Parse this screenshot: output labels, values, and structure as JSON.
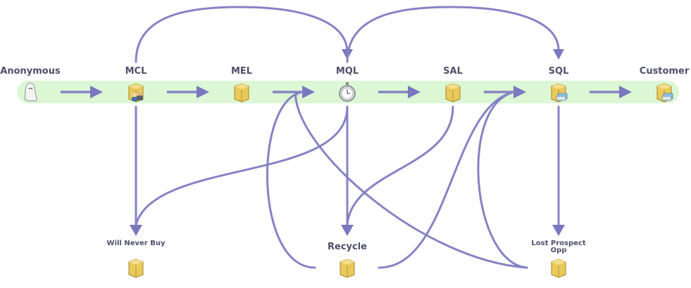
{
  "diagram": {
    "title": "Lead Lifecycle Stages",
    "colors": {
      "edge": "#8583c3",
      "arrowhead": "#7b77c0",
      "band": "#dcf7d4",
      "label": "#4f4f6b",
      "box": "#e9c95a"
    },
    "main_stages": [
      {
        "id": "anonymous",
        "label": "Anonymous",
        "icon": "ghost-icon"
      },
      {
        "id": "mcl",
        "label": "MCL",
        "icon": "box-people-icon"
      },
      {
        "id": "mel",
        "label": "MEL",
        "icon": "box-icon"
      },
      {
        "id": "mql",
        "label": "MQL",
        "icon": "stopwatch-icon"
      },
      {
        "id": "sal",
        "label": "SAL",
        "icon": "box-icon"
      },
      {
        "id": "sql",
        "label": "SQL",
        "icon": "box-card-icon"
      },
      {
        "id": "customer",
        "label": "Customer",
        "icon": "box-card-icon"
      }
    ],
    "exit_stages": [
      {
        "id": "will_never_buy",
        "label": "Will Never Buy",
        "icon": "box-icon"
      },
      {
        "id": "recycle",
        "label": "Recycle",
        "icon": "box-icon"
      },
      {
        "id": "lost_prospect_opp",
        "label_line1": "Lost Prospect",
        "label_line2": "Opp",
        "icon": "box-icon"
      }
    ],
    "transitions": [
      {
        "from": "anonymous",
        "to": "mcl"
      },
      {
        "from": "mcl",
        "to": "mel"
      },
      {
        "from": "mel",
        "to": "mql"
      },
      {
        "from": "mql",
        "to": "sal"
      },
      {
        "from": "sal",
        "to": "sql"
      },
      {
        "from": "sql",
        "to": "customer"
      },
      {
        "from": "mcl",
        "to": "mql"
      },
      {
        "from": "mql",
        "to": "sql"
      },
      {
        "from": "mcl",
        "to": "will_never_buy"
      },
      {
        "from": "mql",
        "to": "will_never_buy"
      },
      {
        "from": "mql",
        "to": "recycle"
      },
      {
        "from": "sal",
        "to": "recycle"
      },
      {
        "from": "recycle",
        "to": "mql"
      },
      {
        "from": "recycle",
        "to": "sql"
      },
      {
        "from": "sql",
        "to": "lost_prospect_opp"
      },
      {
        "from": "lost_prospect_opp",
        "to": "mql"
      },
      {
        "from": "lost_prospect_opp",
        "to": "sql"
      }
    ]
  }
}
